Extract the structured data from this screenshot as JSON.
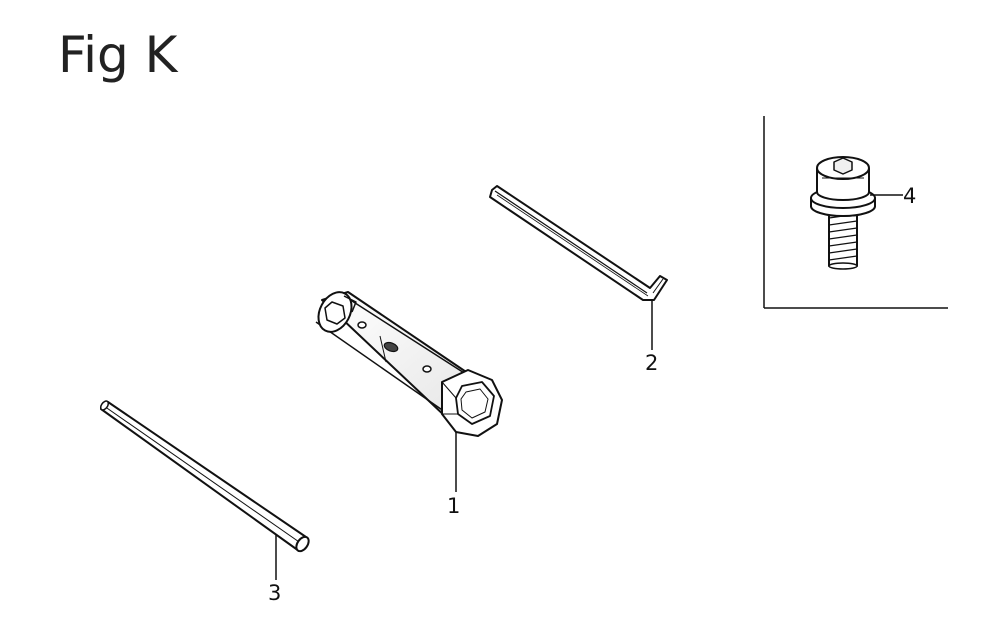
{
  "figure": {
    "title": "Fig K"
  },
  "callouts": [
    {
      "id": "1",
      "label": "1"
    },
    {
      "id": "2",
      "label": "2"
    },
    {
      "id": "3",
      "label": "3"
    },
    {
      "id": "4",
      "label": "4"
    }
  ],
  "colors": {
    "ink": "#111111",
    "title": "#222222",
    "background": "#ffffff"
  }
}
